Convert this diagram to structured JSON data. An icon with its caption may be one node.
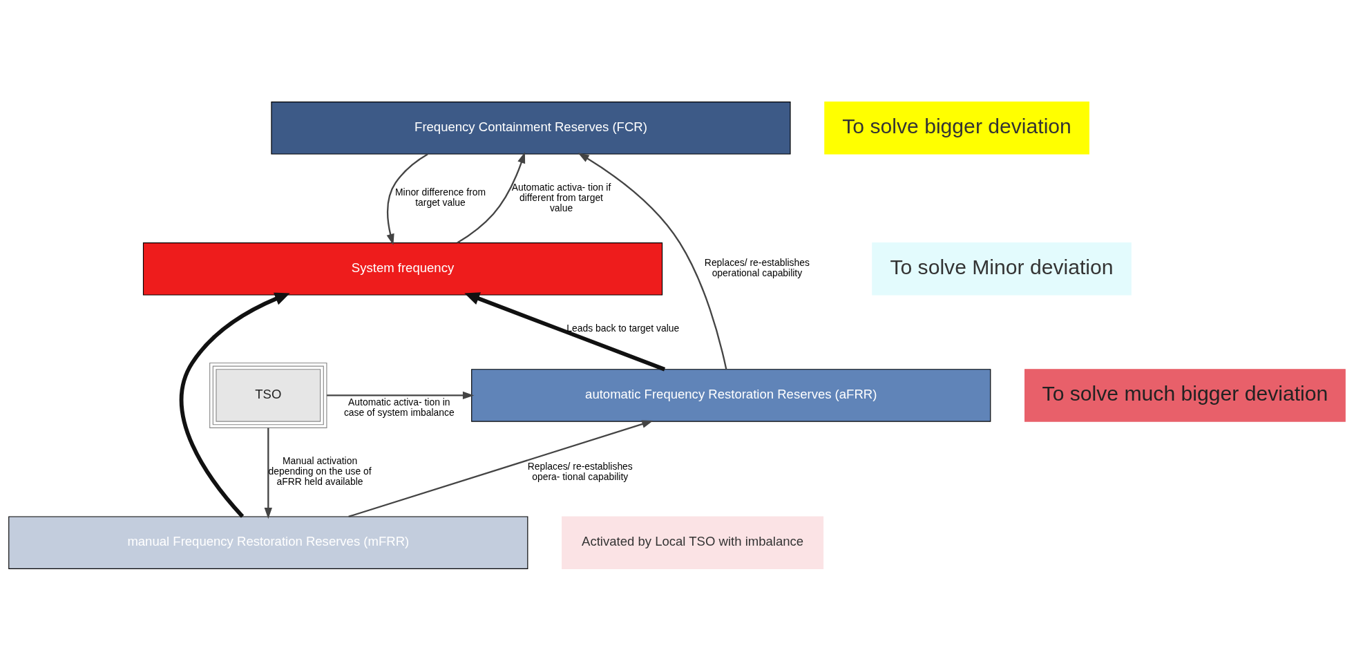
{
  "diagram": {
    "nodes": [
      {
        "text": [
          "System frequency"
        ]
      },
      {
        "text": [
          "Frequency Containment Reserves (FCR)"
        ]
      },
      {
        "text": [
          "automatic Frequency Restoration Reserves (aFRR)"
        ]
      },
      {
        "text": [
          "manual Frequency Restoration Reserves (mFRR)"
        ]
      },
      {
        "text": [
          "TSO"
        ]
      },
      {
        "text": [
          "To solve Minor deviation"
        ]
      },
      {
        "text": [
          "To solve bigger deviation"
        ]
      },
      {
        "text": [
          "To solve much bigger deviation"
        ]
      },
      {
        "text": [
          "Activated by Local TSO with imbalance"
        ]
      }
    ],
    "edges": [
      {
        "from": 0,
        "to": 1,
        "arrow": "to",
        "label": "Automatic activa- tion if different from target value"
      },
      {
        "from": 1,
        "to": 0,
        "arrow": "to",
        "label": "Minor difference from target value"
      },
      {
        "from": 2,
        "to": 1,
        "arrow": "to",
        "label": "Replaces/ re-establishes operational capability"
      },
      {
        "from": 3,
        "to": 2,
        "arrow": "to",
        "label": "Replaces/ re-establishes opera- tional capability"
      },
      {
        "from": 4,
        "to": 2,
        "arrow": "to",
        "label": "Automatic activa- tion in case of system imbalance"
      },
      {
        "from": 4,
        "to": 3,
        "arrow": "to",
        "label": "Manual activation depending on the use of aFRR held available"
      },
      {
        "from": 2,
        "to": 0,
        "arrow": "to",
        "style": "thick",
        "label": "Leads back to target value"
      },
      {
        "from": 3,
        "to": 0,
        "arrow": "to",
        "style": "thick"
      }
    ]
  }
}
